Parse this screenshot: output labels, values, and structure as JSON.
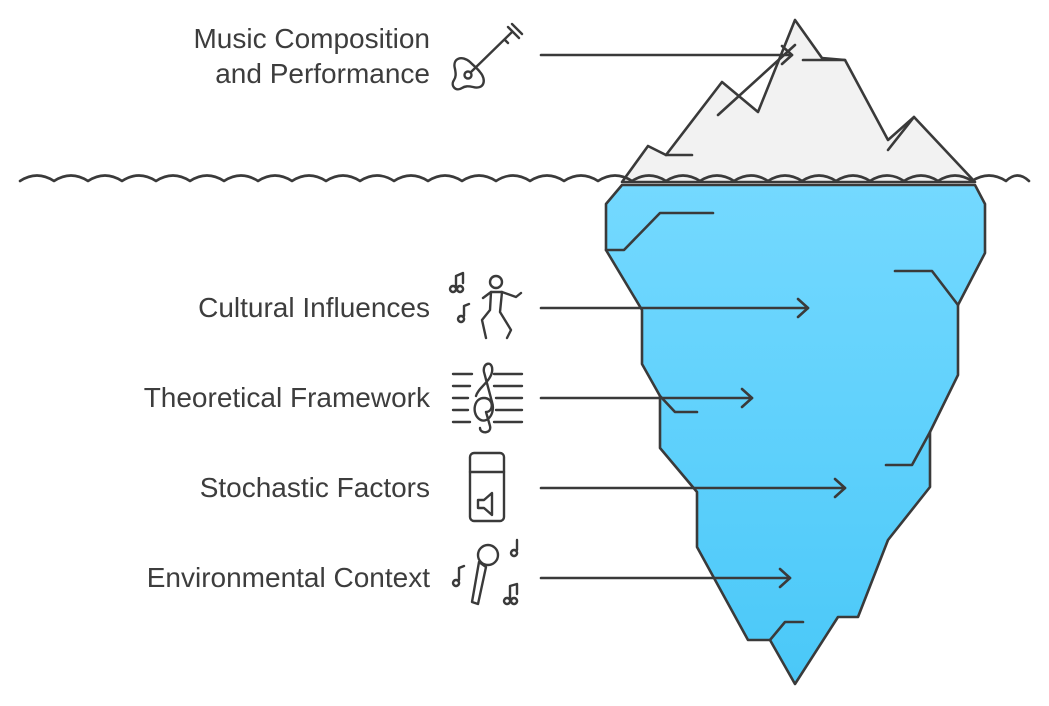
{
  "labels": {
    "music_line1": "Music Composition",
    "music_line2": "and Performance",
    "cultural": "Cultural Influences",
    "theoretical": "Theoretical Framework",
    "stochastic": "Stochastic Factors",
    "environmental": "Environmental Context"
  },
  "icons": {
    "music": "guitar-icon",
    "cultural": "dancing-person-icon",
    "theoretical": "treble-clef-icon",
    "stochastic": "speaker-device-icon",
    "environmental": "microphone-icon"
  },
  "colors": {
    "ice_top": "#f2f2f2",
    "ice_bottom_light": "#72d8ff",
    "ice_bottom_dark": "#48c6f7",
    "line": "#3a3a3a",
    "text": "#3d3d3d"
  }
}
